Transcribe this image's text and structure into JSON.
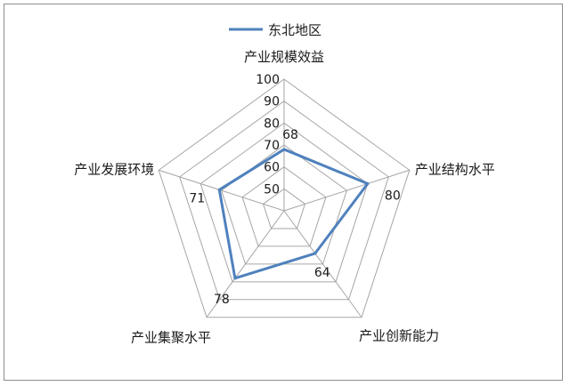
{
  "chart_data": {
    "type": "radar",
    "categories": [
      "产业规模效益",
      "产业结构水平",
      "产业创新能力",
      "产业集聚水平",
      "产业发展环境"
    ],
    "series": [
      {
        "name": "东北地区",
        "values": [
          68,
          80,
          64,
          78,
          71
        ],
        "color": "#4f81bd"
      }
    ],
    "rlim": [
      40,
      100
    ],
    "ticks": [
      50,
      60,
      70,
      80,
      90,
      100
    ],
    "grid": true,
    "legend_position": "top"
  }
}
